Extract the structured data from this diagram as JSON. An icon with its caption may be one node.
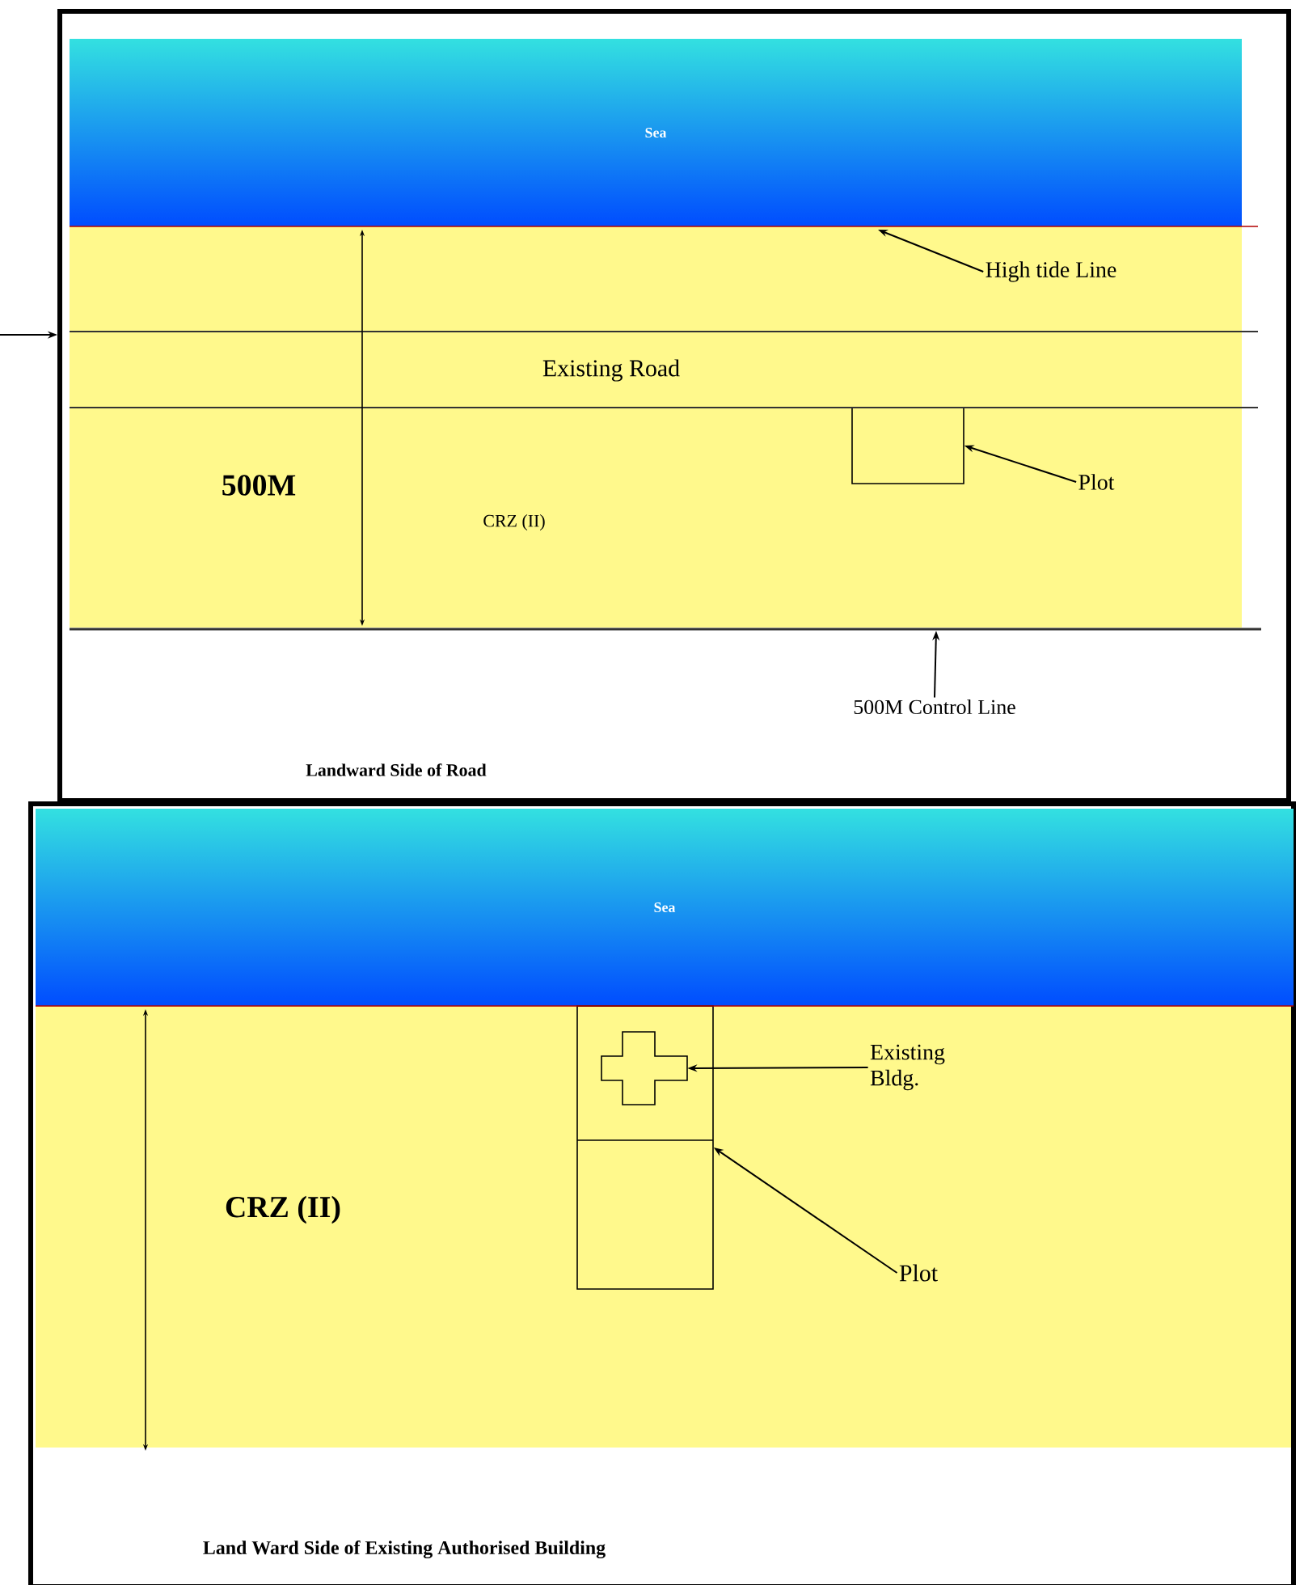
{
  "diagram": {
    "nodes": [
      {
        "text": [],
        "shape": "box"
      },
      {
        "text": [
          "Sea"
        ],
        "in": 0
      },
      {
        "text": [
          "High tide Line"
        ],
        "in": 0
      },
      {
        "text": [],
        "shape": "box",
        "in": 0
      },
      {
        "text": [
          "Plot"
        ],
        "in": 0
      },
      {
        "text": [
          "500M Control Line"
        ],
        "in": 0
      },
      {
        "text": [],
        "shape": "box"
      },
      {
        "text": [
          "Sea"
        ],
        "in": 6
      },
      {
        "text": [],
        "shape": "box",
        "in": 6
      },
      {
        "text": [],
        "shape": "cross",
        "in": 8
      },
      {
        "text": [
          "Existing Bldg."
        ],
        "in": 6
      },
      {
        "text": [
          "Plot"
        ],
        "in": 6
      }
    ],
    "edges": [
      {
        "from": null,
        "to": 0,
        "arrow": "to"
      },
      {
        "from": 2,
        "to": null,
        "arrow": "to"
      },
      {
        "from": 4,
        "to": 3,
        "arrow": "to"
      },
      {
        "from": 5,
        "to": null,
        "arrow": "to"
      },
      {
        "from": 10,
        "to": 9,
        "arrow": "to"
      },
      {
        "from": 11,
        "to": 8,
        "arrow": "to"
      }
    ],
    "labels": [
      "Existing Road",
      "500M",
      "CRZ (II)",
      "Landward Side of Road",
      "CRZ (II)",
      "Land Ward Side of Existing Authorised Building"
    ]
  }
}
